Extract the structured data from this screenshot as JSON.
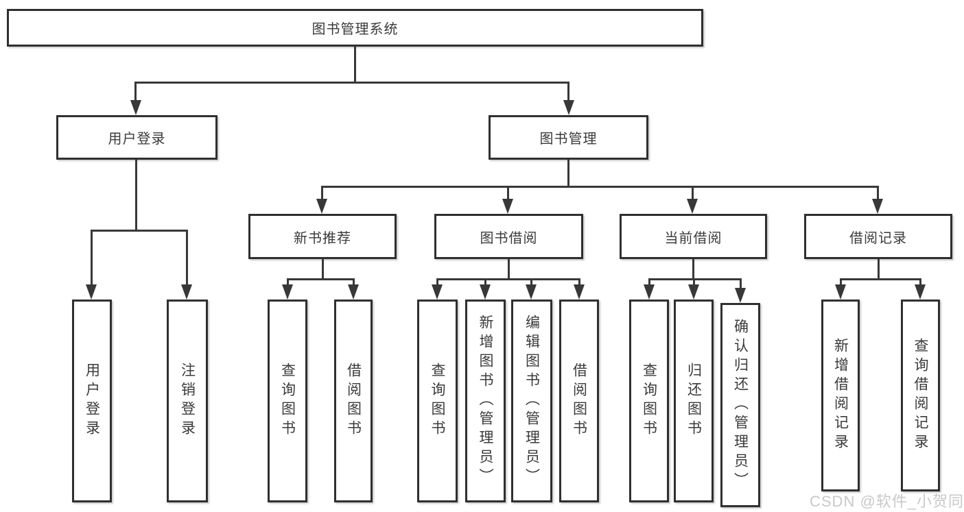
{
  "tree": {
    "label": "图书管理系统",
    "children": [
      {
        "label": "用户登录",
        "children": [
          {
            "label": "用户登录"
          },
          {
            "label": "注销登录"
          }
        ]
      },
      {
        "label": "图书管理",
        "children": [
          {
            "label": "新书推荐",
            "children": [
              {
                "label": "查询图书"
              },
              {
                "label": "借阅图书"
              }
            ]
          },
          {
            "label": "图书借阅",
            "children": [
              {
                "label": "查询图书"
              },
              {
                "label": "新增图书（管理员）"
              },
              {
                "label": "编辑图书（管理员）"
              },
              {
                "label": "借阅图书"
              }
            ]
          },
          {
            "label": "当前借阅",
            "children": [
              {
                "label": "查询图书"
              },
              {
                "label": "归还图书"
              },
              {
                "label": "确认归还（管理员）"
              }
            ]
          },
          {
            "label": "借阅记录",
            "children": [
              {
                "label": "新增借阅记录"
              },
              {
                "label": "查询借阅记录"
              }
            ]
          }
        ]
      }
    ]
  },
  "watermark": {
    "text": "CSDN @软件_小贺同学"
  },
  "colors": {
    "line": "#383838",
    "box_border": "#2f2f2f",
    "text": "#3a3a3a",
    "watermark": "#c8c8c8",
    "background": "#ffffff"
  }
}
